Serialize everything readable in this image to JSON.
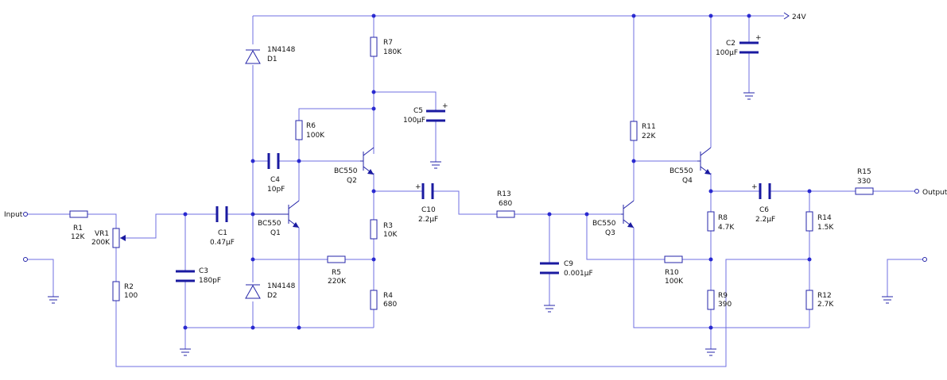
{
  "supply": {
    "label": "24V"
  },
  "io": {
    "input": "Input",
    "output": "Output"
  },
  "resistors": {
    "R1": {
      "name": "R1",
      "value": "12K"
    },
    "R2": {
      "name": "R2",
      "value": "100"
    },
    "R3": {
      "name": "R3",
      "value": "10K"
    },
    "R4": {
      "name": "R4",
      "value": "680"
    },
    "R5": {
      "name": "R5",
      "value": "220K"
    },
    "R6": {
      "name": "R6",
      "value": "100K"
    },
    "R7": {
      "name": "R7",
      "value": "180K"
    },
    "R8": {
      "name": "R8",
      "value": "4.7K"
    },
    "R9": {
      "name": "R9",
      "value": "390"
    },
    "R10": {
      "name": "R10",
      "value": "100K"
    },
    "R11": {
      "name": "R11",
      "value": "22K"
    },
    "R12": {
      "name": "R12",
      "value": "2.7K"
    },
    "R13": {
      "name": "R13",
      "value": "680"
    },
    "R14": {
      "name": "R14",
      "value": "1.5K"
    },
    "R15": {
      "name": "R15",
      "value": "330"
    },
    "VR1": {
      "name": "VR1",
      "value": "200K"
    }
  },
  "capacitors": {
    "C1": {
      "name": "C1",
      "value": "0.47µF"
    },
    "C2": {
      "name": "C2",
      "value": "100µF"
    },
    "C3": {
      "name": "C3",
      "value": "180pF"
    },
    "C4": {
      "name": "C4",
      "value": "10pF"
    },
    "C5": {
      "name": "C5",
      "value": "100µF"
    },
    "C6": {
      "name": "C6",
      "value": "2.2µF"
    },
    "C9": {
      "name": "C9",
      "value": "0.001µF"
    },
    "C10": {
      "name": "C10",
      "value": "2.2µF"
    }
  },
  "diodes": {
    "D1": {
      "name": "D1",
      "part": "1N4148"
    },
    "D2": {
      "name": "D2",
      "part": "1N4148"
    }
  },
  "transistors": {
    "Q1": {
      "name": "Q1",
      "part": "BC550"
    },
    "Q2": {
      "name": "Q2",
      "part": "BC550"
    },
    "Q3": {
      "name": "Q3",
      "part": "BC550"
    },
    "Q4": {
      "name": "Q4",
      "part": "BC550"
    }
  },
  "polarity": {
    "plus": "+"
  },
  "colors": {
    "wire": "#6f6fe0",
    "component": "#2424a8",
    "junction": "#2a2ad0",
    "text": "#111111"
  }
}
